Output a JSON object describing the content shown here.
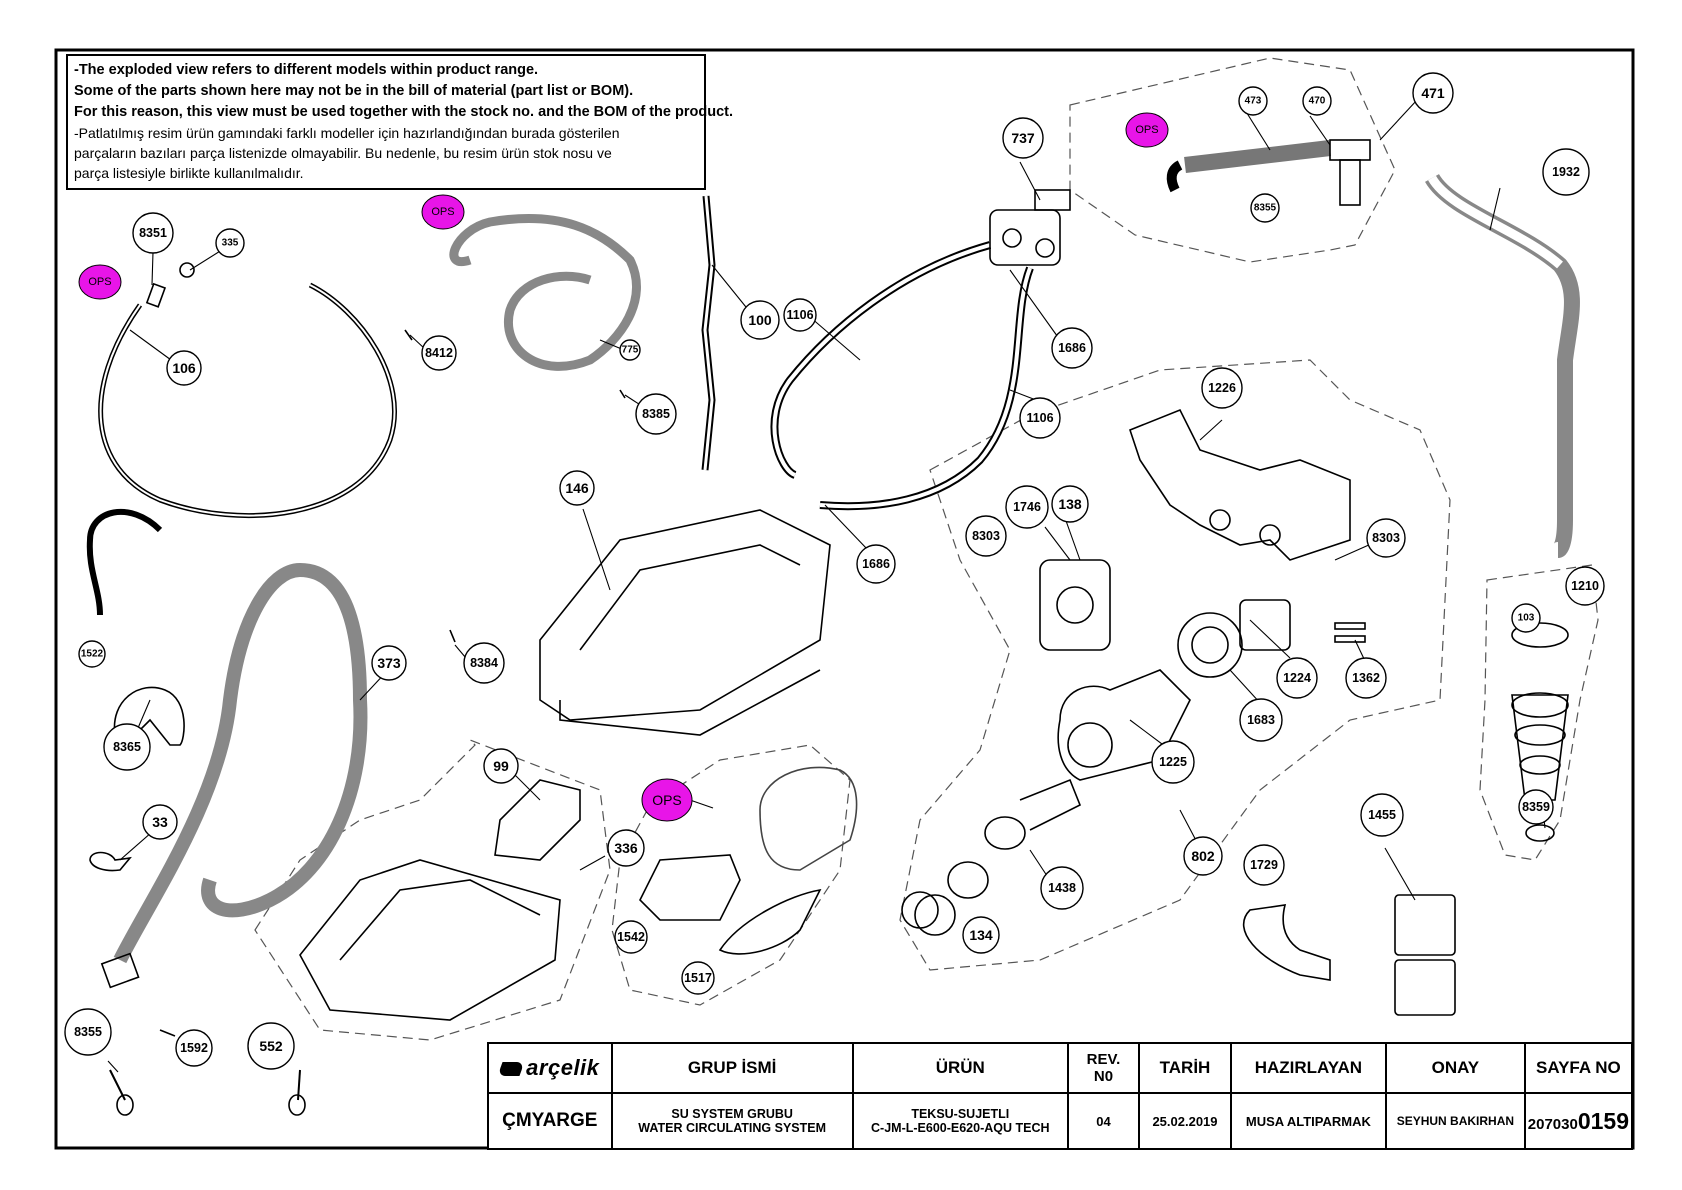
{
  "note": {
    "en": [
      "-The exploded view refers to different models within product range.",
      " Some of the parts shown here may not be in the bill of material (part list or BOM).",
      " For this reason, this view must be used together with the stock no. and the BOM of the product."
    ],
    "tr": [
      "-Patlatılmış resim ürün gamındaki farklı modeller için hazırlandığından burada gösterilen",
      " parçaların bazıları parça listenizde olmayabilir. Bu nedenle, bu resim ürün stok nosu ve",
      " parça listesiyle birlikte kullanılmalıdır."
    ]
  },
  "ops_label": "OPS",
  "parts": [
    "8351",
    "335",
    "106",
    "8412",
    "775",
    "8385",
    "100",
    "1106",
    "737",
    "1686",
    "473",
    "470",
    "471",
    "8355",
    "1932",
    "1106",
    "1226",
    "146",
    "1686",
    "1746",
    "138",
    "8303",
    "8303",
    "1224",
    "1362",
    "1683",
    "1225",
    "1210",
    "103",
    "1522",
    "373",
    "8384",
    "8365",
    "99",
    "336",
    "1542",
    "1517",
    "802",
    "1438",
    "134",
    "1729",
    "1455",
    "8359",
    "33",
    "8355",
    "1592",
    "552"
  ],
  "title_block": {
    "company": "arçelik",
    "hdr_group": "GRUP İSMİ",
    "hdr_product": "ÜRÜN",
    "hdr_rev": "REV.\nN0",
    "hdr_date": "TARİH",
    "hdr_prepared": "HAZIRLAYAN",
    "hdr_approved": "ONAY",
    "hdr_page": "SAYFA NO",
    "dept": "ÇMYARGE",
    "group_line1": "SU SYSTEM GRUBU",
    "group_line2": "WATER CIRCULATING SYSTEM",
    "product_line1": "TEKSU-SUJETLI",
    "product_line2": "C-JM-L-E600-E620-AQU TECH",
    "rev": "04",
    "date": "25.02.2019",
    "prepared": "MUSA ALTIPARMAK",
    "approved": "SEYHUN BAKIRHAN",
    "page_prefix": "207030",
    "page_suffix": "0159"
  },
  "colors": {
    "ops": "#e815e8",
    "line": "#000000",
    "dash": "#555555"
  }
}
